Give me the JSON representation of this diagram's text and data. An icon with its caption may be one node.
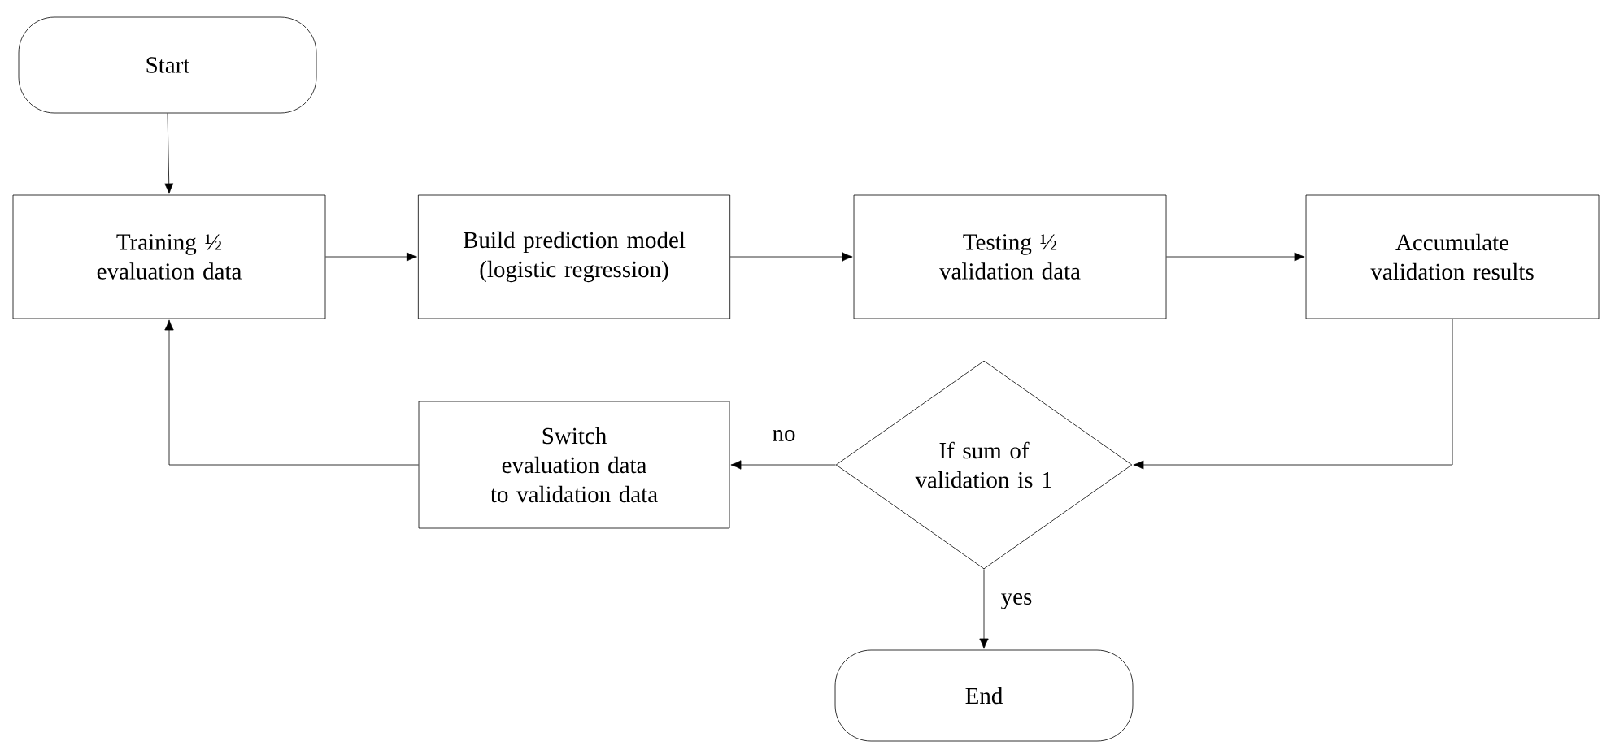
{
  "diagram": {
    "nodes": [
      {
        "text": [
          "Start"
        ]
      },
      {
        "text": [
          "Training ½ evaluation data"
        ]
      },
      {
        "text": [
          "Build prediction model (logistic regression)"
        ]
      },
      {
        "text": [
          "Testing ½ validation data"
        ]
      },
      {
        "text": [
          "Accumulate validation results"
        ]
      },
      {
        "text": [
          "If sum of validation is 1"
        ]
      },
      {
        "text": [
          "Switch evaluation data to validation data"
        ]
      },
      {
        "text": [
          "End"
        ]
      }
    ],
    "edges": [
      {
        "from": 0,
        "to": 1,
        "arrow": "to"
      },
      {
        "from": 1,
        "to": 2,
        "arrow": "to"
      },
      {
        "from": 2,
        "to": 3,
        "arrow": "to"
      },
      {
        "from": 3,
        "to": 4,
        "arrow": "to"
      },
      {
        "from": 4,
        "to": 5,
        "arrow": "to"
      },
      {
        "from": 5,
        "to": 6,
        "arrow": "to",
        "label": "no"
      },
      {
        "from": 6,
        "to": 1,
        "arrow": "to"
      },
      {
        "from": 5,
        "to": 7,
        "arrow": "to",
        "label": "yes"
      }
    ]
  }
}
